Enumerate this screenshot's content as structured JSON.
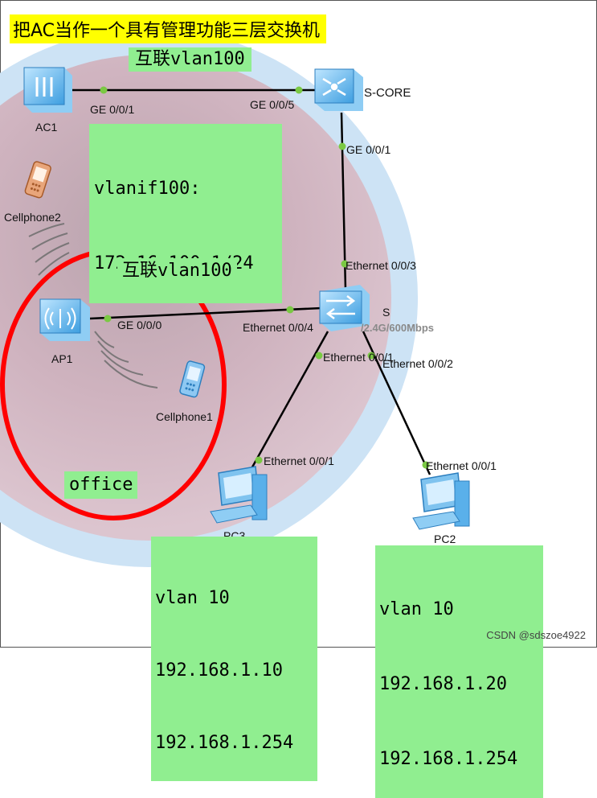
{
  "title": "把AC当作一个具有管理功能三层交换机",
  "devices": {
    "ac1": "AC1",
    "score": "S-CORE",
    "s": "S",
    "ap1": "AP1",
    "cellphone1": "Cellphone1",
    "cellphone2": "Cellphone2",
    "pc3": "PC3",
    "pc2": "PC2",
    "s_rate": "/2.4G/600Mbps"
  },
  "ports": {
    "ac1_ge": "GE 0/0/1",
    "score_ge5": "GE 0/0/5",
    "score_ge1": "GE 0/0/1",
    "s_eth3": "Ethernet 0/0/3",
    "s_eth4": "Ethernet 0/0/4",
    "ap1_ge": "GE 0/0/0",
    "s_eth1": "Ethernet 0/0/1",
    "s_eth2": "Ethernet 0/0/2",
    "pc3_eth": "Ethernet 0/0/1",
    "pc2_eth": "Ethernet 0/0/1"
  },
  "notes": {
    "vlan100_top": "互联vlan100",
    "vlanif": [
      "vlanif100:",
      "172.16.100.1/24"
    ],
    "vlan100_mid": "互联vlan100",
    "office": "office",
    "pc3_info": [
      "vlan 10",
      "192.168.1.10",
      "192.168.1.254"
    ],
    "pc2_info": [
      "vlan 10",
      "192.168.1.20",
      "192.168.1.254"
    ]
  },
  "watermark": "CSDN @sdszoe4922",
  "colors": {
    "highlight_yellow": "#ffff00",
    "note_green": "#90ee90",
    "port_dot": "#7ac943",
    "office_ring": "#ff0000",
    "coverage_outer": "#cde3f5",
    "coverage_inner": "#d9bec9",
    "device_blue": "#5ab0ea"
  }
}
